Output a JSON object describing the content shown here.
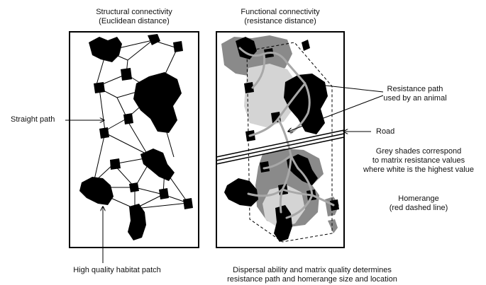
{
  "left_panel": {
    "title_line1": "Structural connectivity",
    "title_line2": "(Euclidean distance)"
  },
  "right_panel": {
    "title_line1": "Functional connectivity",
    "title_line2": "(resistance distance)"
  },
  "annotations": {
    "straight_path": "Straight path",
    "habitat_patch": "High quality habitat patch",
    "resistance_path_line1": "Resistance path",
    "resistance_path_line2": "used by an animal",
    "road": "Road",
    "grey_line1": "Grey shades correspond",
    "grey_line2": "to matrix resistance values",
    "grey_line3": "where white is the highest value",
    "homerange_line1": "Homerange",
    "homerange_line2": "(red dashed line)",
    "dispersal_line1": "Dispersal ability and matrix quality determines",
    "dispersal_line2": "resistance path and homerange size and location"
  },
  "colors": {
    "patch": "#000000",
    "network_line": "#000000",
    "resistance_path": "#a8a8a8",
    "dark_matrix": "#8a8a8a",
    "light_matrix": "#d4d4d4",
    "homerange_line": "#000000"
  }
}
